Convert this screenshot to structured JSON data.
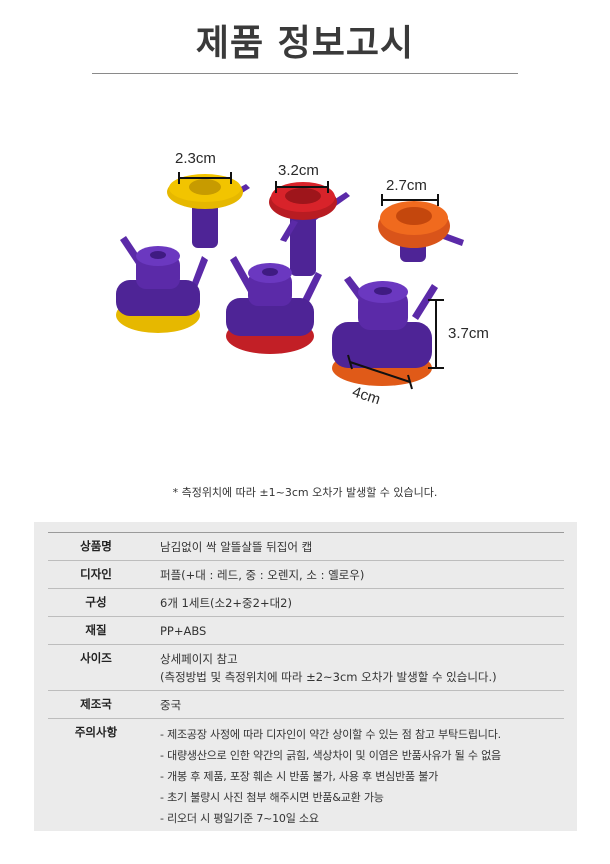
{
  "header": {
    "title": "제품 정보고시"
  },
  "photo": {
    "dimensions": {
      "small_diameter": "2.3cm",
      "large_diameter": "3.2cm",
      "medium_diameter": "2.7cm",
      "height": "3.7cm",
      "width": "4cm"
    },
    "colors": {
      "purple": "#5b2aa8",
      "red": "#d8232a",
      "orange": "#f06a1e",
      "yellow": "#f2c400"
    }
  },
  "note": "* 측정위치에 따라 ±1~3cm 오차가 발생할 수 있습니다.",
  "info": {
    "rows": [
      {
        "label": "상품명",
        "lines": [
          "남김없이 싹 알뜰살뜰 뒤집어 캡"
        ]
      },
      {
        "label": "디자인",
        "lines": [
          "퍼플(+대 : 레드, 중 : 오렌지, 소 : 옐로우)"
        ]
      },
      {
        "label": "구성",
        "lines": [
          "6개 1세트(소2+중2+대2)"
        ]
      },
      {
        "label": "재질",
        "lines": [
          "PP+ABS"
        ]
      },
      {
        "label": "사이즈",
        "lines": [
          "상세페이지 참고",
          "(측정방법 및 측정위치에 따라 ±2~3cm 오차가 발생할 수 있습니다.)"
        ]
      },
      {
        "label": "제조국",
        "lines": [
          "중국"
        ]
      },
      {
        "label": "주의사항",
        "lines": [
          "- 제조공장 사정에 따라 디자인이 약간 상이할 수 있는 점 참고 부탁드립니다.",
          "- 대량생산으로 인한 약간의 긁힘, 색상차이 및 이염은 반품사유가 될 수 없음",
          "- 개봉 후 제품, 포장 훼손 시 반품 불가, 사용 후 변심반품 불가",
          "- 초기 불량시 사진 첨부 해주시면 반품&교환 가능",
          "- 리오더 시 평일기준 7~10일 소요"
        ]
      }
    ]
  }
}
